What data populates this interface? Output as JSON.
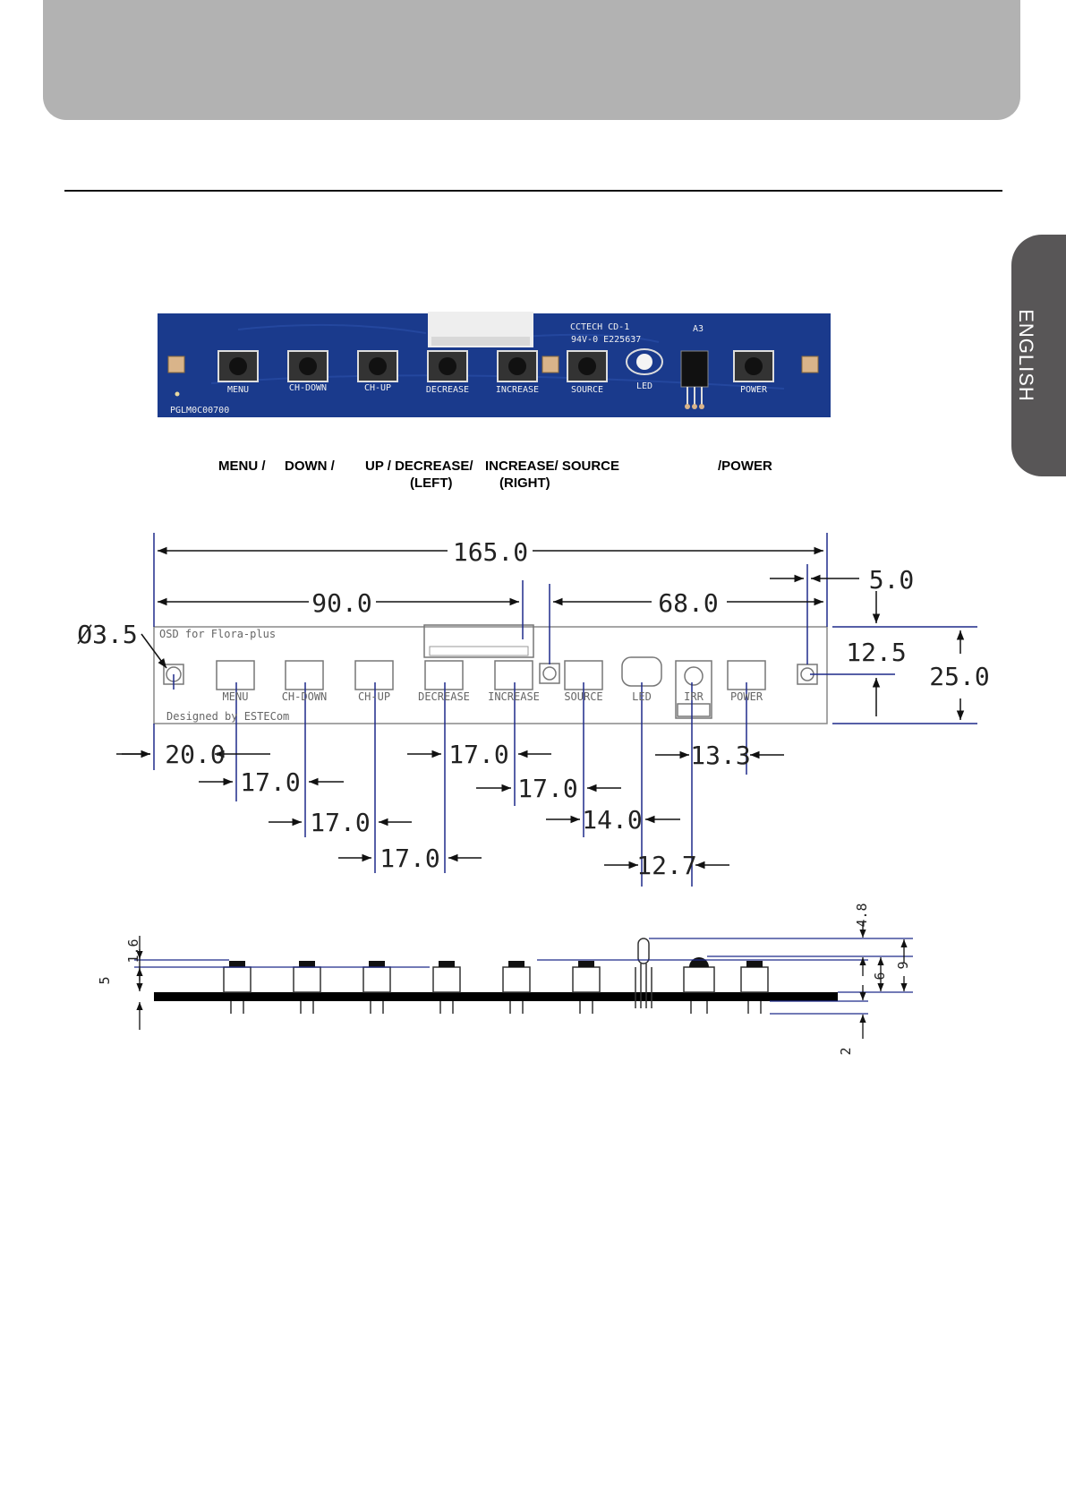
{
  "header": {
    "language_tab": "ENGLISH"
  },
  "pcb_photo": {
    "board_label": "CCTECH CD-1",
    "board_rating": "94V-0 E225637",
    "board_rev": "A3",
    "part_number": "PGLM0C00700",
    "buttons": [
      "MENU",
      "CH-DOWN",
      "CH-UP",
      "DECREASE",
      "INCREASE",
      "SOURCE",
      "LED",
      "POWER"
    ]
  },
  "captions": {
    "menu": "MENU /",
    "down": "DOWN /",
    "up_decrease": "UP / DECREASE/",
    "left": "(LEFT)",
    "increase_source": "INCREASE/ SOURCE",
    "right": "(RIGHT)",
    "power": "/POWER"
  },
  "drawing": {
    "title": "OSD for Flora-plus",
    "designer": "Designed by ESTECom",
    "component_labels": [
      "MENU",
      "CH-DOWN",
      "CH-UP",
      "DECREASE",
      "INCREASE",
      "SOURCE",
      "LED",
      "IRR",
      "POWER"
    ],
    "dims": {
      "total": "165.0",
      "left": "90.0",
      "right": "68.0",
      "edge": "5.0",
      "hole": "Ø3.5",
      "half_h": "12.5",
      "height": "25.0",
      "d1": "20.0",
      "d2": "17.0",
      "d3": "17.0",
      "d4": "17.0",
      "d5": "17.0",
      "d6": "17.0",
      "d7": "14.0",
      "d8": "12.7",
      "d9": "13.3"
    }
  },
  "side_view": {
    "dims": {
      "a": "1.6",
      "b": "5",
      "c": "4.8",
      "d": "6",
      "e": "9",
      "f": "2"
    }
  },
  "colors": {
    "pcb": "#1a3a8c",
    "dim_line": "#1f2a8a",
    "header": "#b2b2b2",
    "tab": "#585657"
  }
}
